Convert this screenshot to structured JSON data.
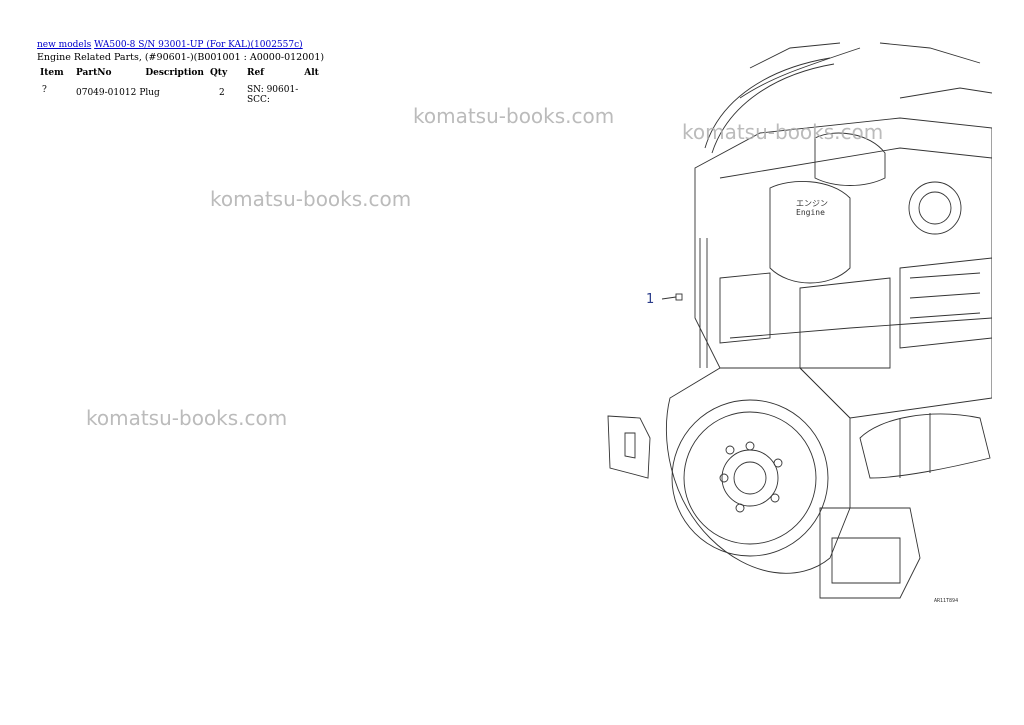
{
  "breadcrumb": {
    "link1": "new models",
    "link2": "WA500-8 S/N 93001-UP (For KAL)(1002557c)"
  },
  "subtitle": "Engine Related Parts, (#90601-)(B001001 : A0000-012001)",
  "table": {
    "headers": {
      "item": "Item",
      "partno": "PartNo",
      "description": "Description",
      "qty": "Qty",
      "ref": "Ref",
      "alt": "Alt"
    },
    "rows": [
      {
        "item": "?",
        "partno": "07049-01012",
        "description": "Plug",
        "qty": "2",
        "ref_line1": "SN: 90601-",
        "ref_line2": "SCC:",
        "alt": ""
      }
    ]
  },
  "watermark": "komatsu-books.com",
  "drawing": {
    "callout": "1",
    "label_jp": "エンジン",
    "label_en": "Engine",
    "code": "AR11T894"
  }
}
